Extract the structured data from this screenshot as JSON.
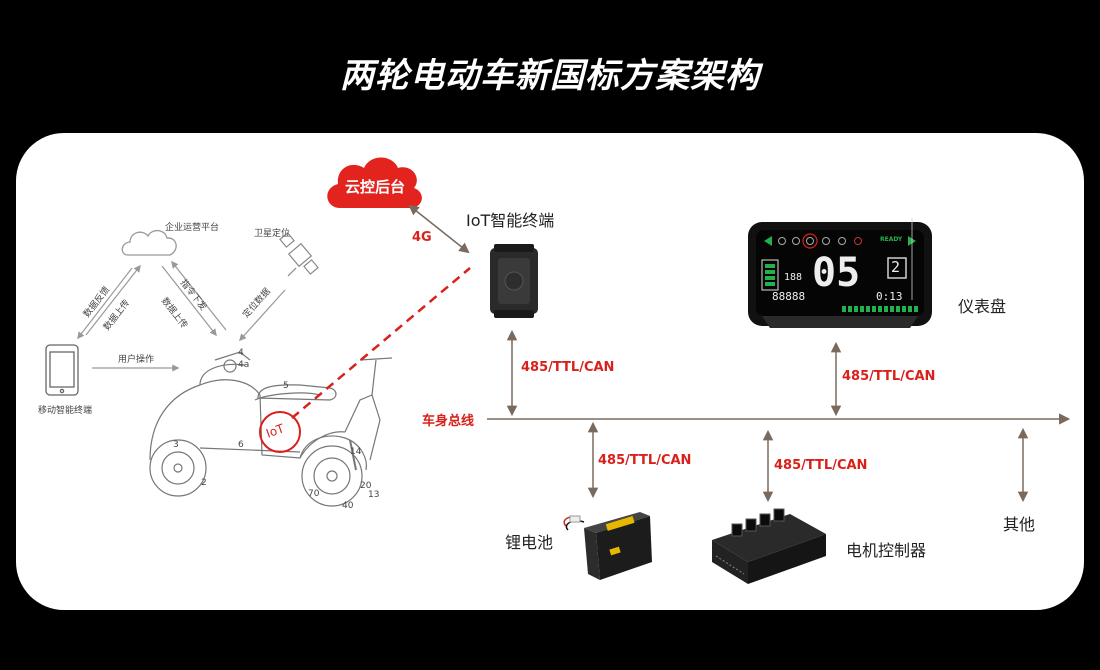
{
  "title": "两轮电动车新国标方案架构",
  "cloud": "云控后台",
  "iot_terminal": "IoT智能终端",
  "link_4g": "4G",
  "dashboard": "仪表盘",
  "bus": "车身总线",
  "protocol": "485/TTL/CAN",
  "battery": "锂电池",
  "controller": "电机控制器",
  "other": "其他",
  "scooter_diagram": {
    "platform": "企业运营平台",
    "satellite": "卫星定位",
    "mobile": "移动智能终端",
    "user_op": "用户操作",
    "feedback": "数据反馈",
    "upload_left": "数据上传",
    "command": "指令下发",
    "upload_right": "数据上传",
    "location": "定位数据",
    "iot_badge": "IoT",
    "part_numbers": [
      "4",
      "4a",
      "5",
      "6",
      "3",
      "2",
      "14",
      "70",
      "20",
      "13",
      "40"
    ]
  },
  "display": {
    "speed": "05",
    "gear": "2",
    "battery_pct": "188",
    "odo": "88888",
    "time": "0:13",
    "ready": "READY"
  },
  "colors": {
    "accent": "#d9211c",
    "line": "#8a7a6e",
    "background": "#000000",
    "panel": "#ffffff"
  }
}
